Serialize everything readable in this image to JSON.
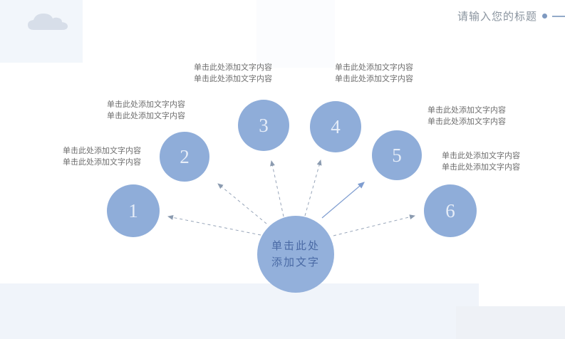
{
  "header": {
    "title": "请输入您的标题"
  },
  "center_circle": {
    "line1": "单击此处",
    "line2": "添加文字"
  },
  "items": [
    {
      "number": "1",
      "line1": "单击此处添加文字内容",
      "line2": "单击此处添加文字内容"
    },
    {
      "number": "2",
      "line1": "单击此处添加文字内容",
      "line2": "单击此处添加文字内容"
    },
    {
      "number": "3",
      "line1": "单击此处添加文字内容",
      "line2": "单击此处添加文字内容"
    },
    {
      "number": "4",
      "line1": "单击此处添加文字内容",
      "line2": "单击此处添加文字内容"
    },
    {
      "number": "5",
      "line1": "单击此处添加文字内容",
      "line2": "单击此处添加文字内容"
    },
    {
      "number": "6",
      "line1": "单击此处添加文字内容",
      "line2": "单击此处添加文字内容"
    }
  ],
  "icons": {
    "cloud": "cloud-icon",
    "title_dot": "accent-dot"
  },
  "colors": {
    "circle_fill": "#8fadd9",
    "center_circle_fill": "#93b0db",
    "number_text": "#e6edf8",
    "center_text": "#4a6aa5",
    "body_text": "#6e6e6e",
    "title_text": "#8a949f",
    "accent_dot": "#7e99c0",
    "arrow_dashed": "#97a5b9",
    "arrow_solid": "#7f9dd0",
    "cloud_fill": "#d7dee9",
    "bg_band": "#f0f4fa"
  }
}
